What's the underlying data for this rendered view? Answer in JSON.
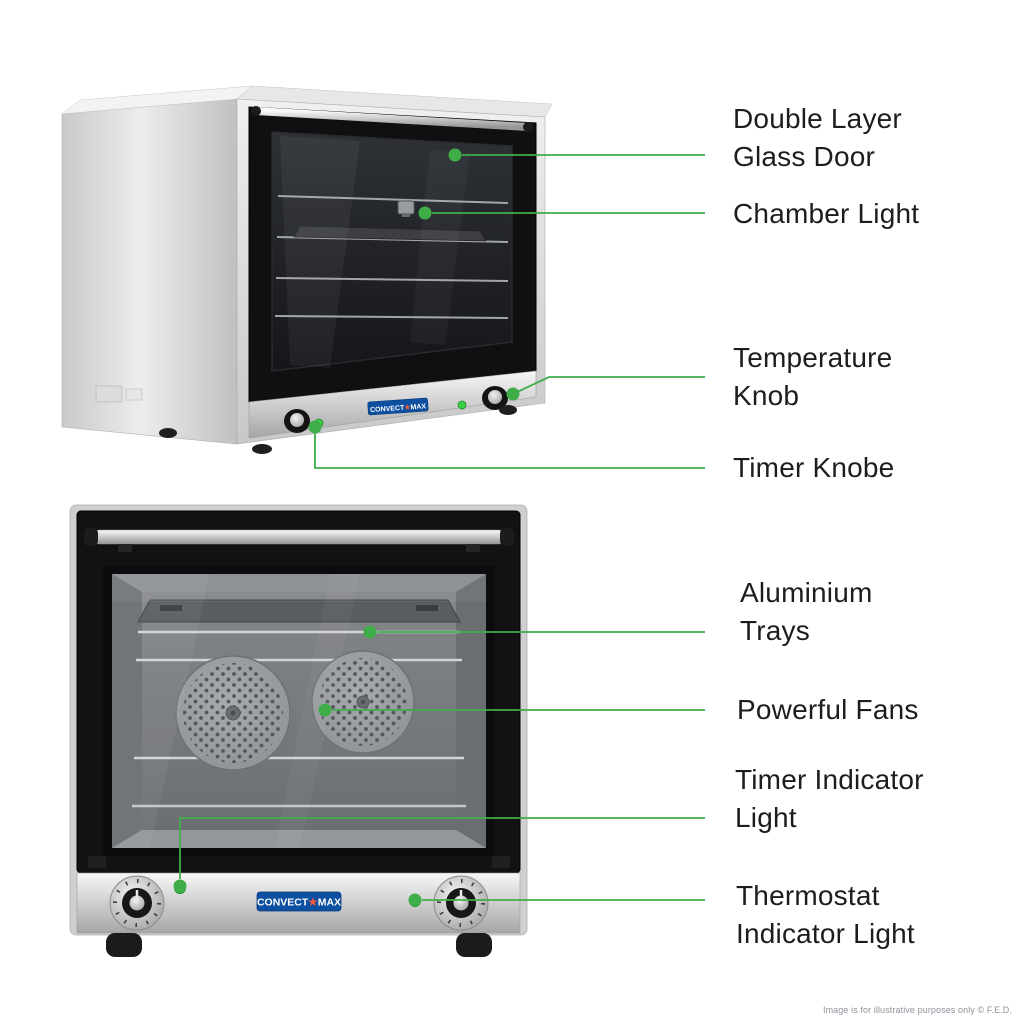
{
  "accent": "#3fae49",
  "text_color": "#1d1d1f",
  "brand": {
    "left": "CONVECT",
    "star": "★",
    "right": "MAX"
  },
  "annotations": [
    {
      "id": "glass-door",
      "lines": [
        "Double Layer",
        "Glass Door"
      ]
    },
    {
      "id": "chamber-light",
      "lines": [
        "Chamber Light"
      ]
    },
    {
      "id": "temperature-knob",
      "lines": [
        "Temperature",
        "Knob"
      ]
    },
    {
      "id": "timer-knob",
      "lines": [
        "Timer Knobe"
      ]
    },
    {
      "id": "aluminium-trays",
      "lines": [
        "Aluminium",
        "Trays"
      ]
    },
    {
      "id": "powerful-fans",
      "lines": [
        "Powerful Fans"
      ]
    },
    {
      "id": "timer-indicator-light",
      "lines": [
        "Timer Indicator",
        "Light"
      ]
    },
    {
      "id": "thermostat-indicator-light",
      "lines": [
        "Thermostat",
        "Indicator Light"
      ]
    }
  ],
  "footer": "Image is for illustrative purposes only  © F.E.D."
}
